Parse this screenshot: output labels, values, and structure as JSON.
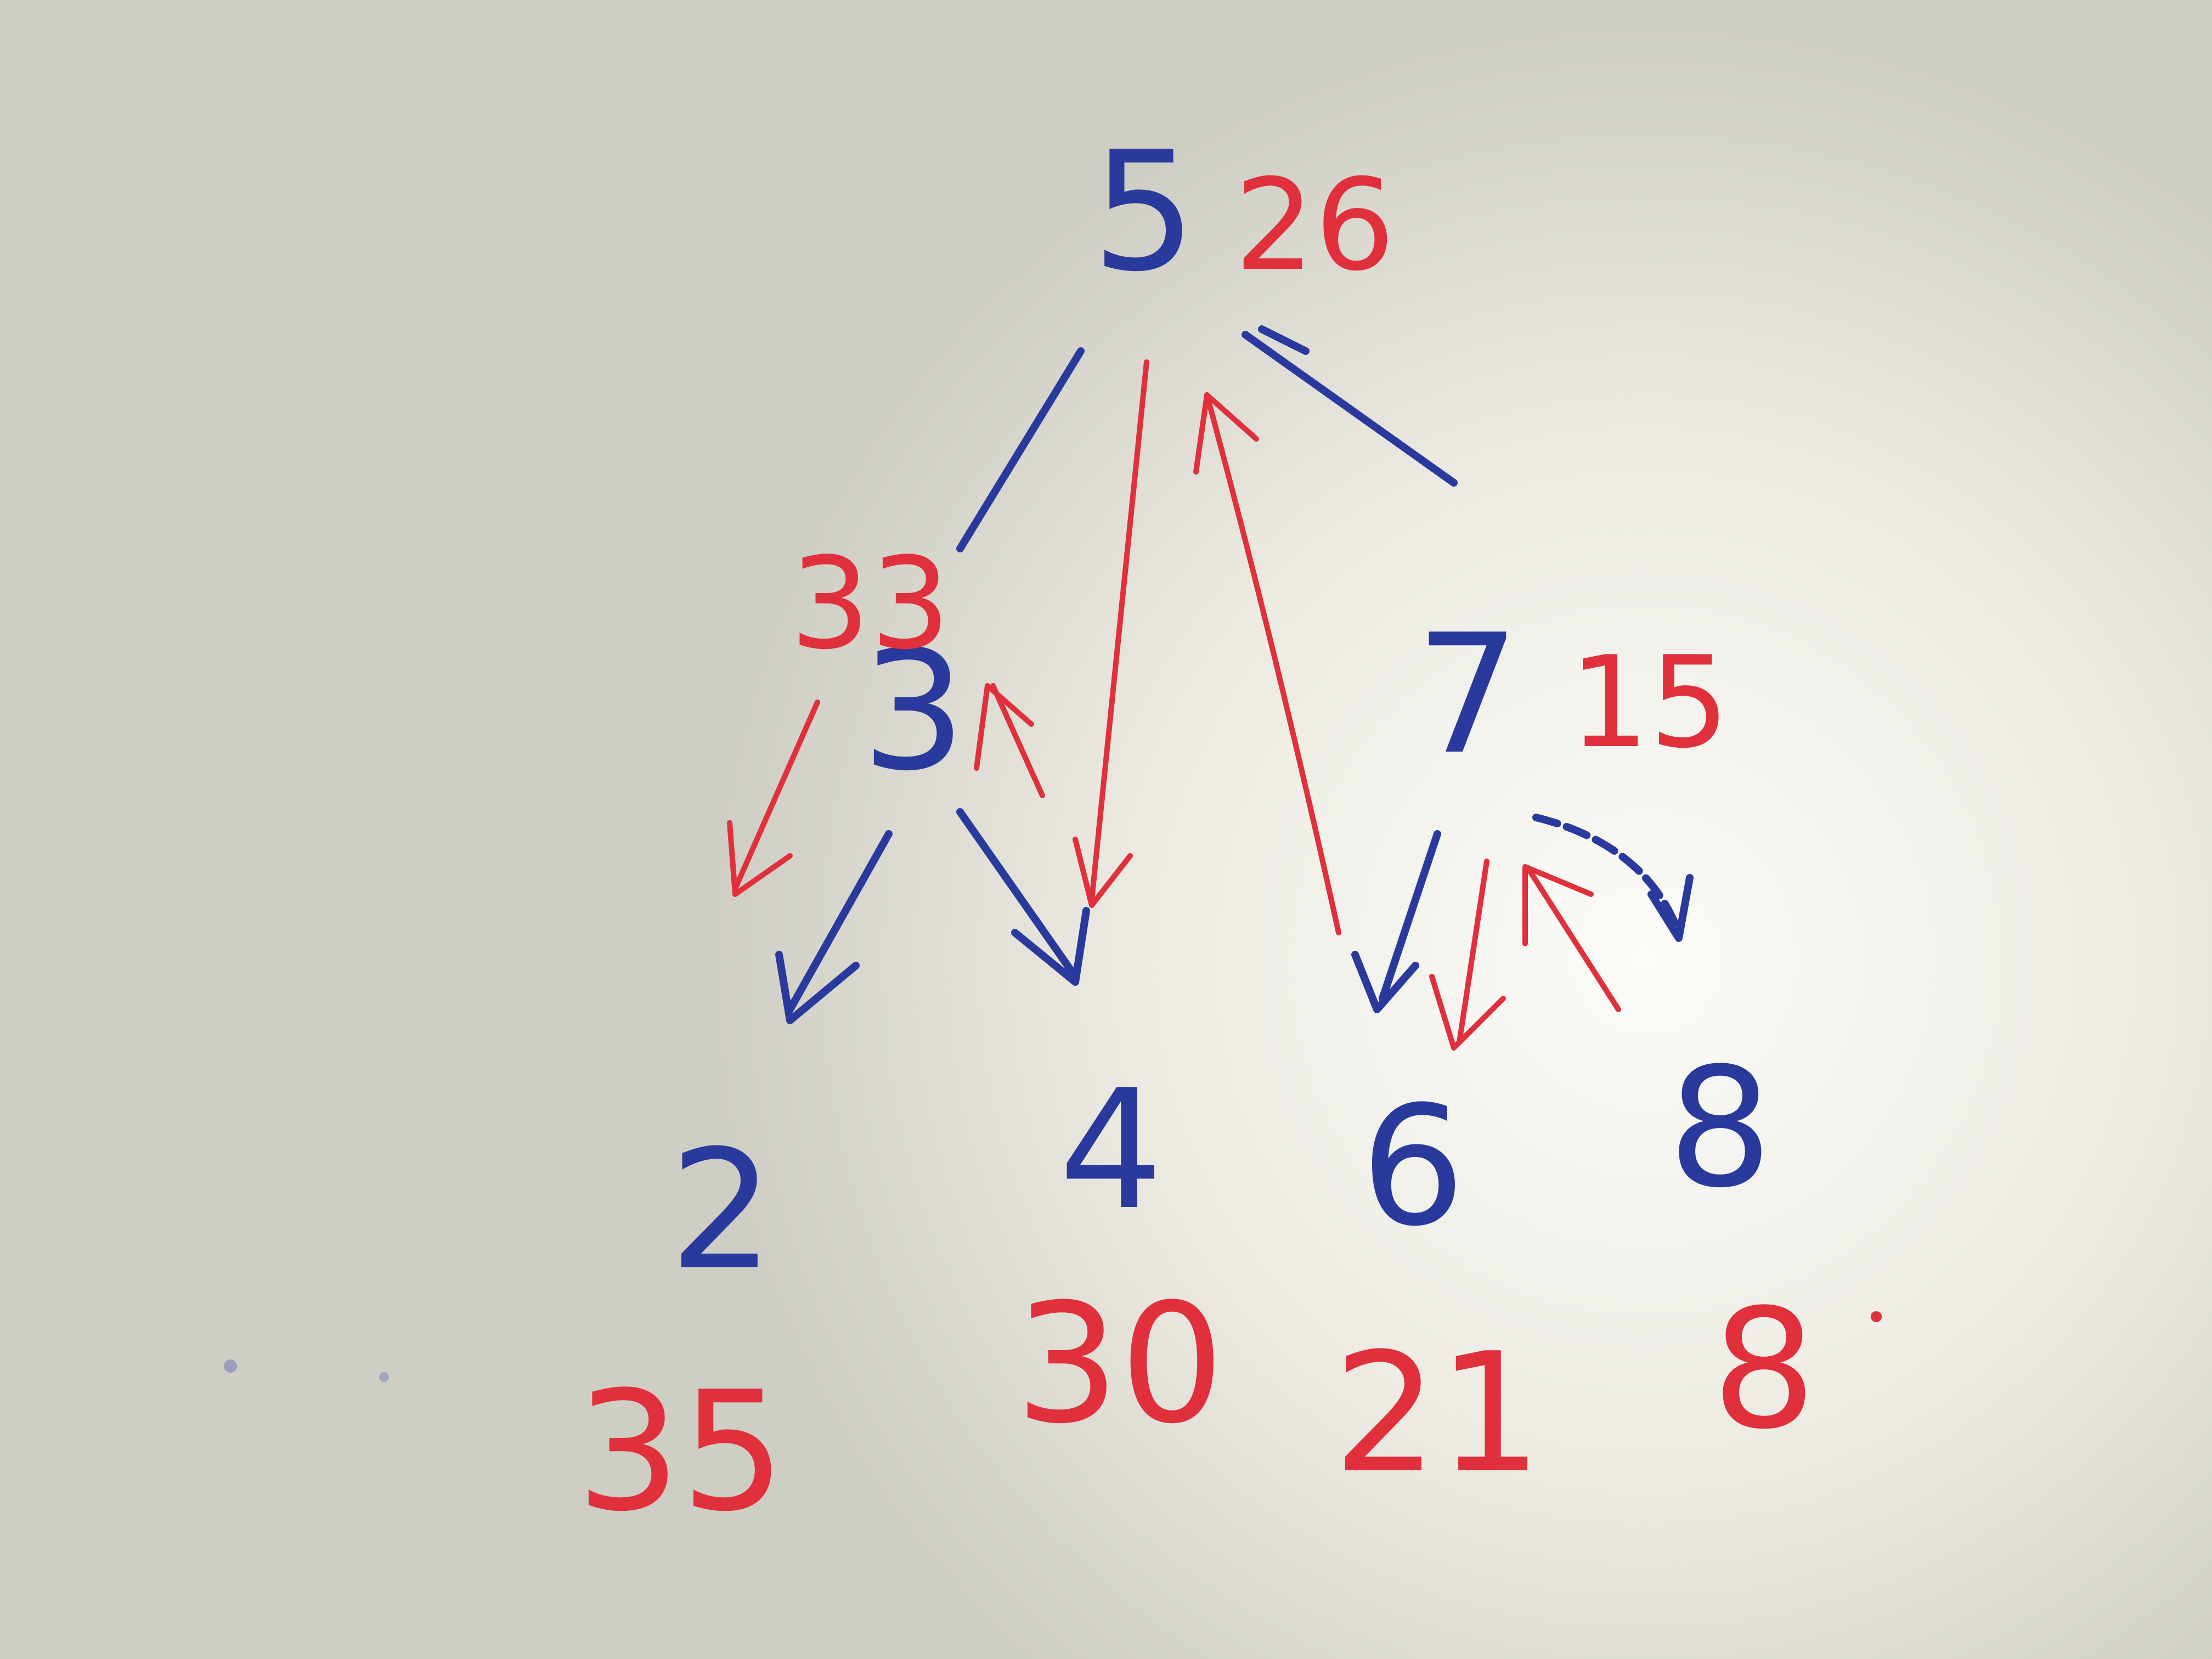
{
  "colors": {
    "node_value": "#2a3a9c",
    "accumulated_sum": "#e0303c",
    "paper": "#d9d8d0"
  },
  "nodes": {
    "root": {
      "value": "5",
      "sum": "26"
    },
    "left": {
      "value": "3",
      "sum": "33"
    },
    "right": {
      "value": "7",
      "sum": "15"
    },
    "left_left": {
      "value": "2",
      "sum": "35"
    },
    "left_right": {
      "value": "4",
      "sum": "30"
    },
    "right_left": {
      "value": "6",
      "sum": "21"
    },
    "right_right": {
      "value": "8",
      "sum": "8"
    }
  }
}
